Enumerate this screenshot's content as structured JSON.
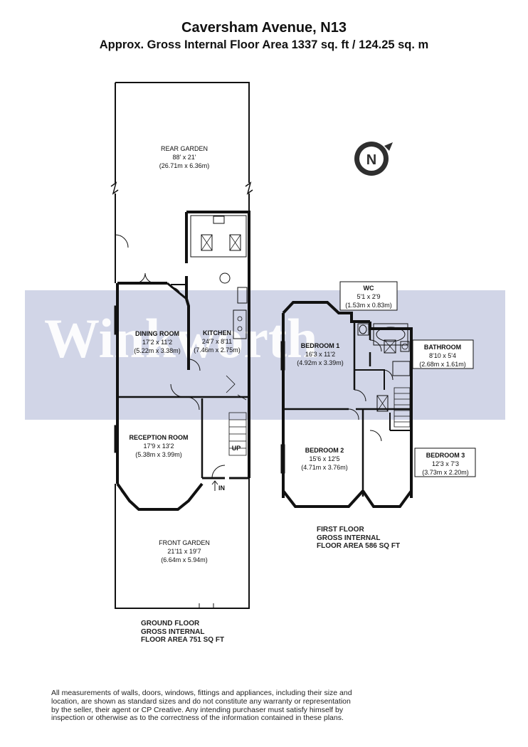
{
  "header": {
    "title": "Caversham Avenue, N13",
    "subtitle": "Approx. Gross Internal Floor Area 1337 sq. ft / 124.25 sq. m"
  },
  "watermark": {
    "text": "Winkworth",
    "color": "#c9cee3"
  },
  "compass": {
    "letter": "N"
  },
  "rooms": {
    "rear_garden": {
      "name": "REAR GARDEN",
      "imperial": "88' x 21'",
      "metric": "(26.71m x 6.36m)"
    },
    "dining_room": {
      "name": "DINING ROOM",
      "imperial": "17'2 x 11'2",
      "metric": "(5.22m x 3.38m)"
    },
    "kitchen": {
      "name": "KITCHEN",
      "imperial": "24'7 x 8'11",
      "metric": "(7.46m x 2.75m)"
    },
    "reception_room": {
      "name": "RECEPTION ROOM",
      "imperial": "17'9 x 13'2",
      "metric": "(5.38m x 3.99m)"
    },
    "front_garden": {
      "name": "FRONT GARDEN",
      "imperial": "21'11 x 19'7",
      "metric": "(6.64m x 5.94m)"
    },
    "wc": {
      "name": "WC",
      "imperial": "5'1 x 2'9",
      "metric": "(1.53m x 0.83m)"
    },
    "bedroom1": {
      "name": "BEDROOM 1",
      "imperial": "16'3 x 11'2",
      "metric": "(4.92m x 3.39m)"
    },
    "bathroom": {
      "name": "BATHROOM",
      "imperial": "8'10 x 5'4",
      "metric": "(2.68m x 1.61m)"
    },
    "bedroom2": {
      "name": "BEDROOM 2",
      "imperial": "15'6 x 12'5",
      "metric": "(4.71m x 3.76m)"
    },
    "bedroom3": {
      "name": "BEDROOM 3",
      "imperial": "12'3 x 7'3",
      "metric": "(3.73m x 2.20m)"
    }
  },
  "markers": {
    "up": "UP",
    "in": "IN"
  },
  "ground_floor": {
    "line1": "GROUND FLOOR",
    "line2": "GROSS INTERNAL",
    "line3": "FLOOR AREA 751 SQ FT"
  },
  "first_floor": {
    "line1": "FIRST FLOOR",
    "line2": "GROSS INTERNAL",
    "line3": "FLOOR AREA 586 SQ FT"
  },
  "disclaimer": "All measurements of walls, doors, windows, fittings and appliances, including their size and location, are shown as standard sizes and do not constitute any warranty or representation by the seller, their agent or CP Creative. Any intending purchaser must satisfy himself by inspection or otherwise as to the correctness of the information contained in these plans."
}
